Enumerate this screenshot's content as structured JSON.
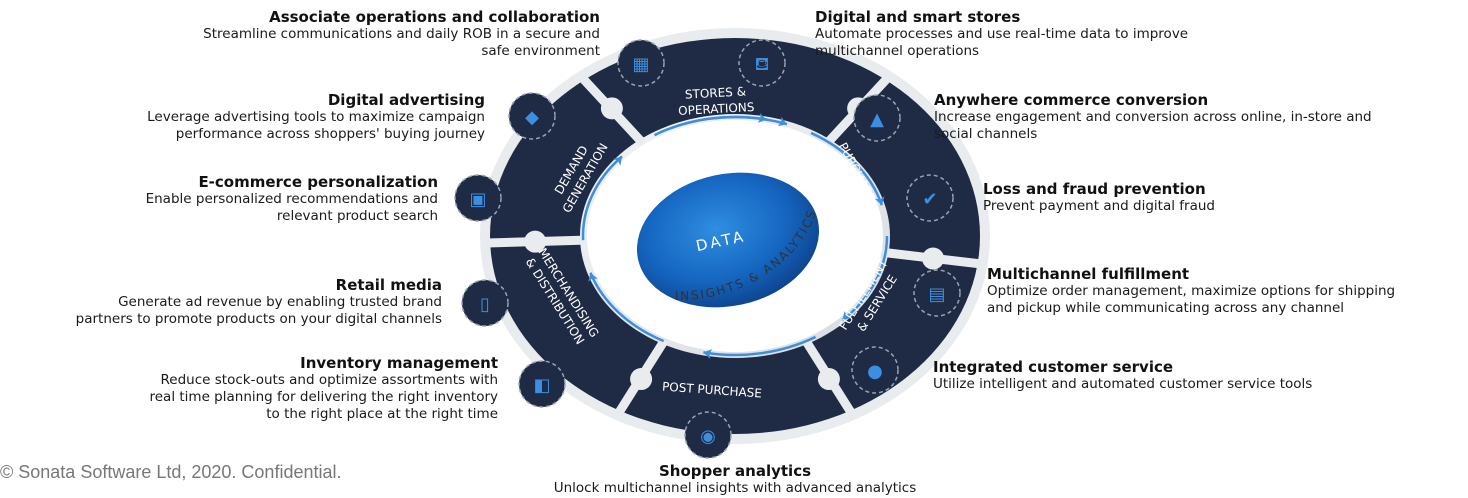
{
  "center": {
    "core": "DATA",
    "ring": "INSIGHTS & ANALYTICS"
  },
  "segments": [
    {
      "id": "stores",
      "label1": "STORES &",
      "label2": "OPERATIONS"
    },
    {
      "id": "purchase",
      "label1": "PURCHASE",
      "label2": ""
    },
    {
      "id": "fulfillment",
      "label1": "FULFILLMENT",
      "label2": "& SERVICE"
    },
    {
      "id": "post",
      "label1": "POST PURCHASE",
      "label2": ""
    },
    {
      "id": "merch",
      "label1": "MERCHANDISING",
      "label2": "& DISTRIBUTION"
    },
    {
      "id": "demand",
      "label1": "DEMAND",
      "label2": "GENERATION"
    }
  ],
  "features": [
    {
      "title": "Associate operations and collaboration",
      "desc": [
        "Streamline communications and daily ROB in a secure and",
        "safe environment"
      ],
      "icon": "calendar-people-icon"
    },
    {
      "title": "Digital and smart stores",
      "desc": [
        "Automate processes and use real-time data to improve",
        "multichannel operations"
      ],
      "icon": "shopping-bag-icon"
    },
    {
      "title": "Digital advertising",
      "desc": [
        "Leverage advertising tools to maximize campaign",
        "performance across shoppers' buying journey"
      ],
      "icon": "megaphone-person-icon"
    },
    {
      "title": "Anywhere commerce conversion",
      "desc": [
        "Increase engagement and conversion across online, in-store and",
        "social channels"
      ],
      "icon": "growth-chart-icon"
    },
    {
      "title": "E-commerce personalization",
      "desc": [
        "Enable personalized recommendations and",
        "relevant product search"
      ],
      "icon": "tablet-cart-icon"
    },
    {
      "title": "Loss and fraud prevention",
      "desc": [
        "Prevent payment and digital fraud"
      ],
      "icon": "shield-check-icon"
    },
    {
      "title": "Retail media",
      "desc": [
        "Generate ad revenue by enabling trusted brand",
        "partners to promote products on your digital channels"
      ],
      "icon": "mobile-broadcast-icon"
    },
    {
      "title": "Multichannel fulfillment",
      "desc": [
        "Optimize order management, maximize options for shipping",
        "and pickup while communicating across any channel"
      ],
      "icon": "package-icon"
    },
    {
      "title": "Inventory management",
      "desc": [
        "Reduce stock-outs and optimize assortments with",
        "real time planning for delivering the right inventory",
        "to the right place at the right time"
      ],
      "icon": "cart-box-icon"
    },
    {
      "title": "Integrated customer service",
      "desc": [
        "Utilize intelligent and automated customer service tools"
      ],
      "icon": "agent-headset-icon"
    },
    {
      "title": "Shopper analytics",
      "desc": [
        "Unlock multichannel insights with advanced analytics"
      ],
      "icon": "report-search-icon"
    }
  ],
  "footer": "© Sonata Software Ltd, 2020. Confidential.",
  "colors": {
    "navy": "#1f2a44",
    "blue": "#1976d2",
    "ring": "#e9ecef",
    "accent": "#3c8fe0"
  }
}
